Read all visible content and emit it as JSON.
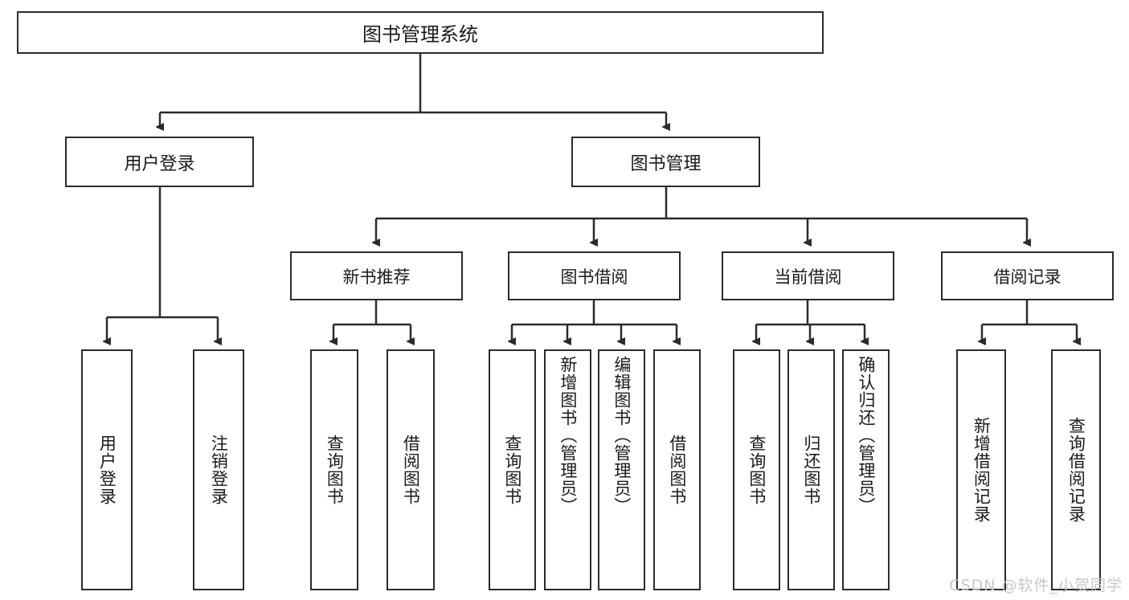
{
  "diagram": {
    "type": "tree",
    "title": "图书管理系统",
    "root": {
      "label": "图书管理系统"
    },
    "level1": [
      {
        "label": "用户登录"
      },
      {
        "label": "图书管理"
      }
    ],
    "level2": [
      {
        "label": "新书推荐"
      },
      {
        "label": "图书借阅"
      },
      {
        "label": "当前借阅"
      },
      {
        "label": "借阅记录"
      }
    ],
    "leaves_user_login": [
      {
        "label": "用户登录"
      },
      {
        "label": "注销登录"
      }
    ],
    "leaves_new_book": [
      {
        "label": "查询图书"
      },
      {
        "label": "借阅图书"
      }
    ],
    "leaves_borrow": [
      {
        "label": "查询图书"
      },
      {
        "label": "新增图书（管理员）"
      },
      {
        "label": "编辑图书（管理员）"
      },
      {
        "label": "借阅图书"
      }
    ],
    "leaves_current": [
      {
        "label": "查询图书"
      },
      {
        "label": "归还图书"
      },
      {
        "label": "确认归还（管理员）"
      }
    ],
    "leaves_records": [
      {
        "label": "新增借阅记录"
      },
      {
        "label": "查询借阅记录"
      }
    ]
  },
  "watermark": {
    "text": "CSDN @软件_小贺同学"
  },
  "colors": {
    "stroke": "#2b2b2b",
    "background": "#ffffff",
    "text": "#1a1a1a",
    "watermark": "#c7c7c7"
  }
}
